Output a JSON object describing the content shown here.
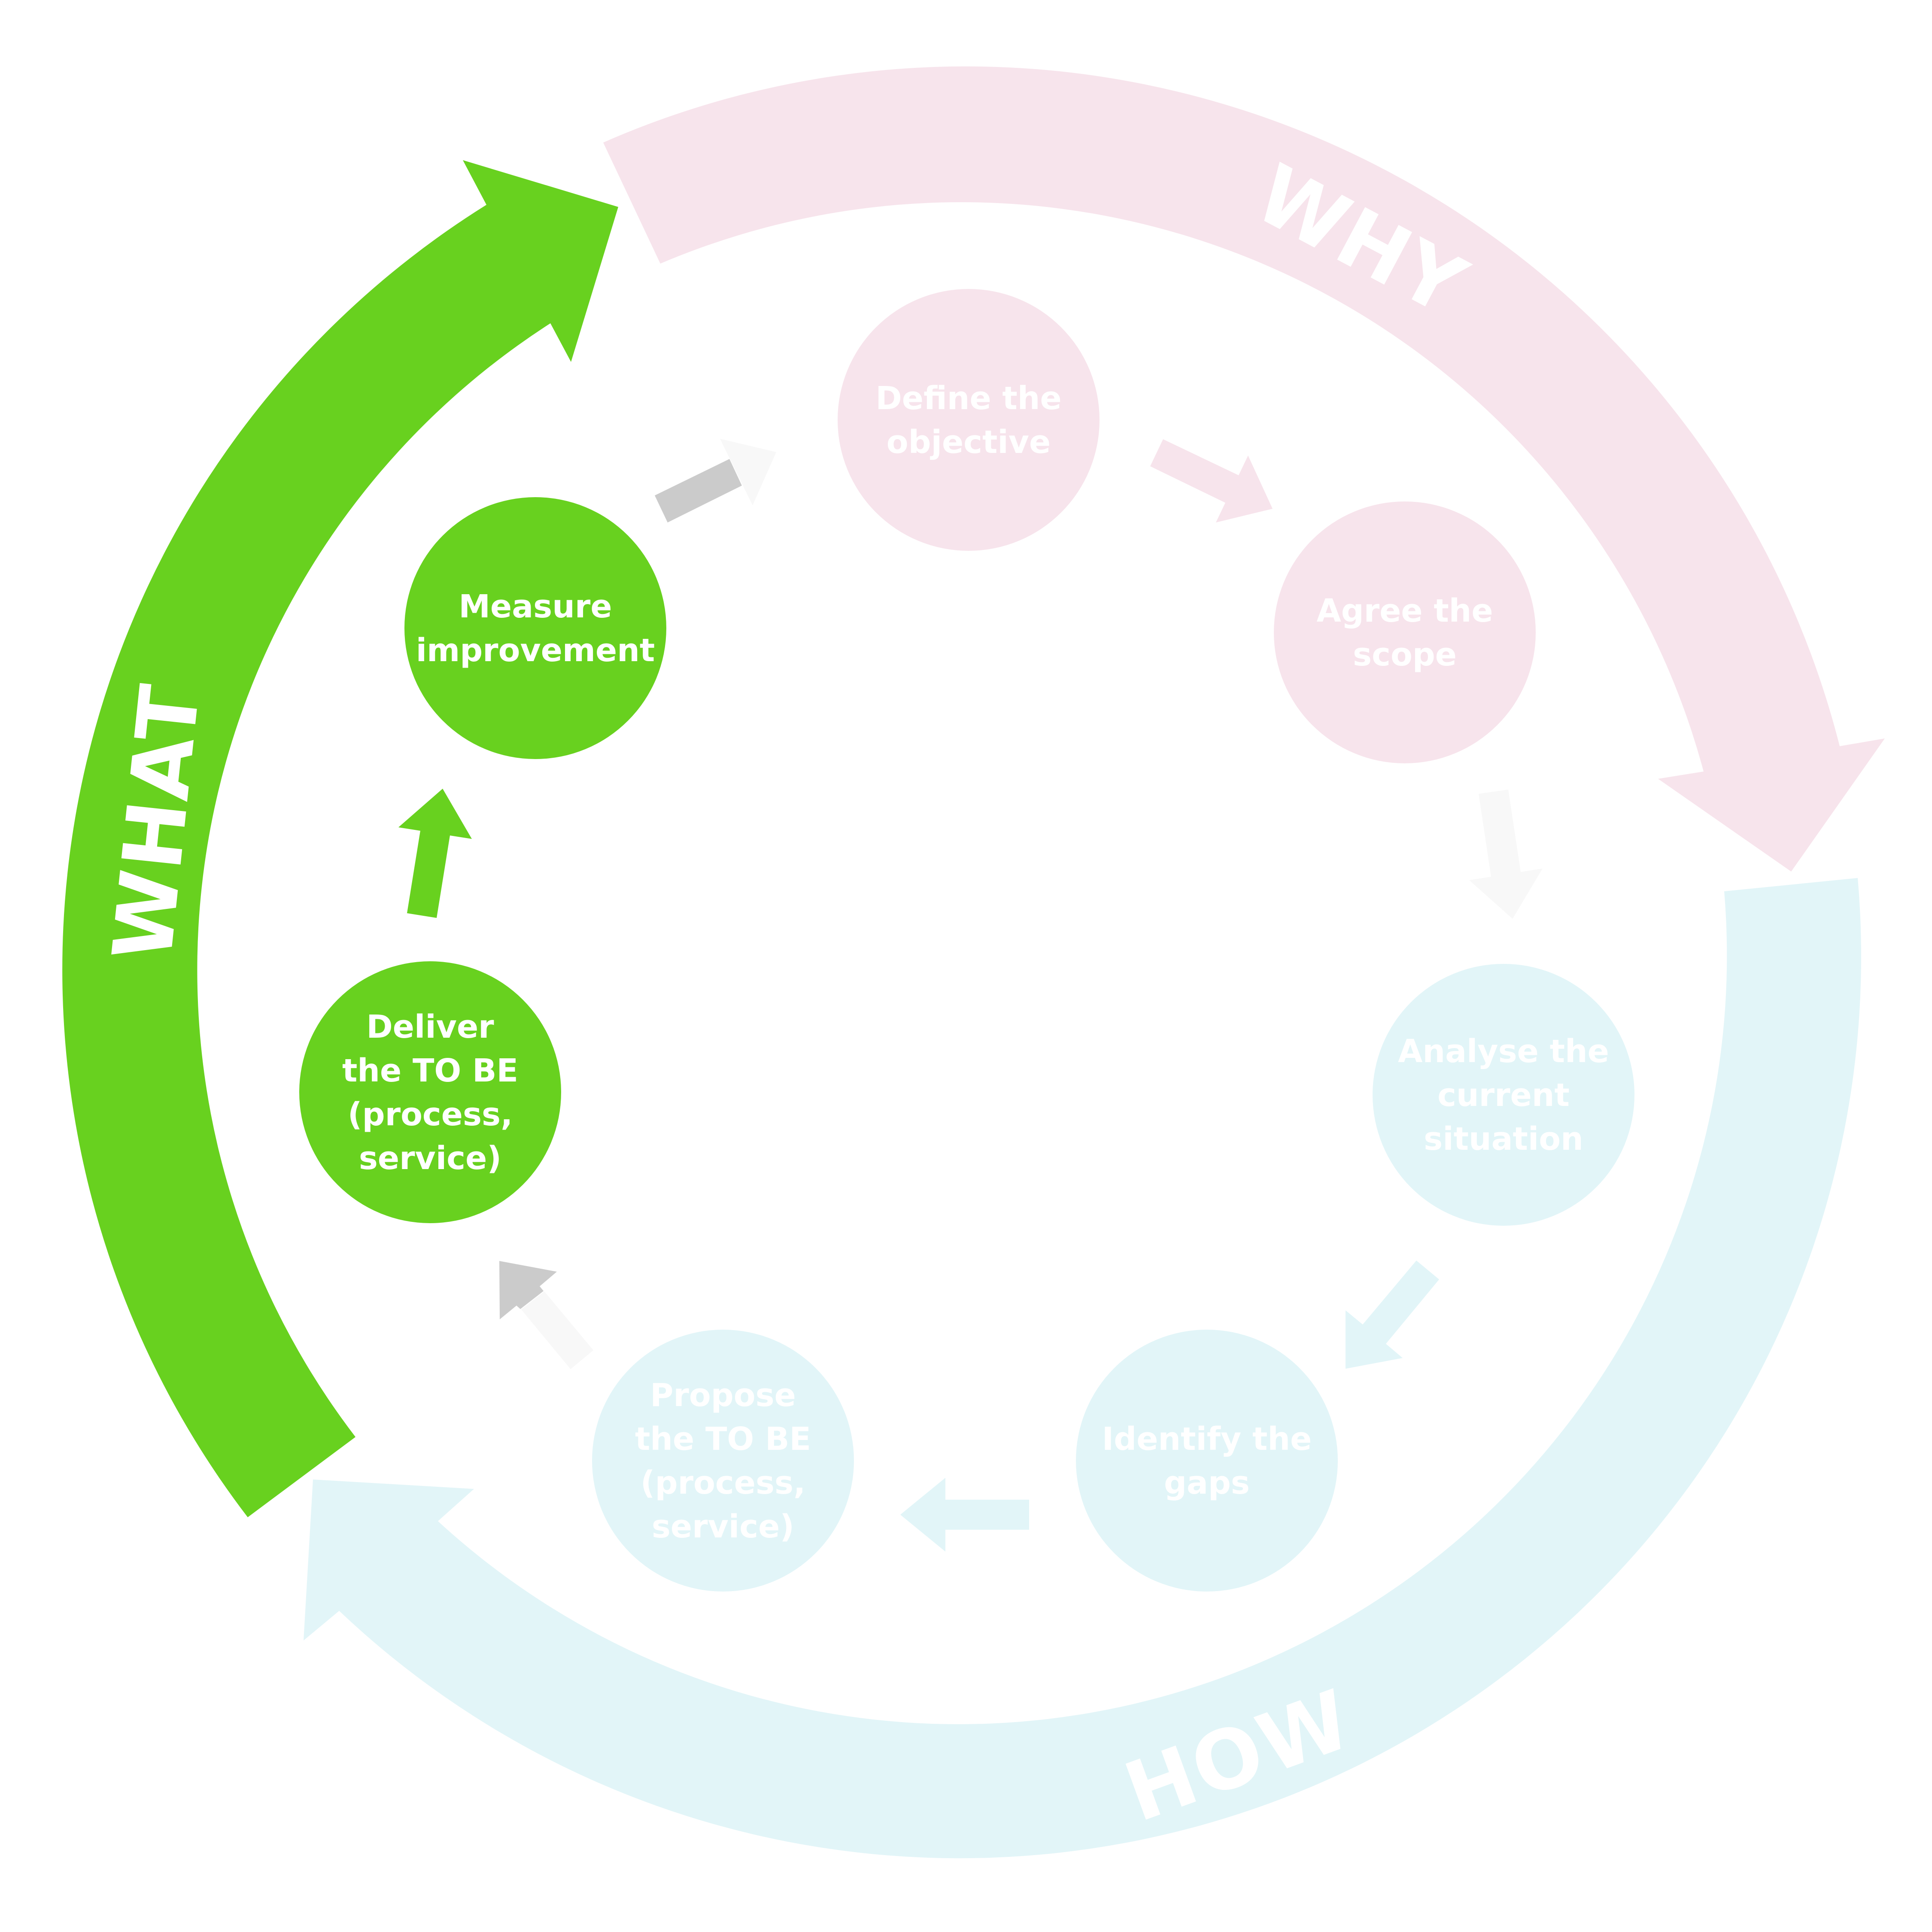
{
  "colors": {
    "what": "#68d11f",
    "why": "#f7e4ec",
    "how": "#e2f5f8",
    "arrow_grey_dark": "#cbcbcb",
    "arrow_grey_light": "#f8f8f8",
    "text": "#ffffff",
    "background": "#ffffff"
  },
  "bands": [
    {
      "id": "why",
      "label": "WHY"
    },
    {
      "id": "how",
      "label": "HOW"
    },
    {
      "id": "what",
      "label": "WHAT"
    }
  ],
  "nodes": [
    {
      "id": "define-objective",
      "phase": "why",
      "lines": [
        "Define the",
        "objective"
      ]
    },
    {
      "id": "agree-scope",
      "phase": "why",
      "lines": [
        "Agree the",
        "scope"
      ]
    },
    {
      "id": "analyse-current-situation",
      "phase": "how",
      "lines": [
        "Analyse the",
        "current",
        "situation"
      ]
    },
    {
      "id": "identify-gaps",
      "phase": "how",
      "lines": [
        "Identify the",
        "gaps"
      ]
    },
    {
      "id": "propose-to-be",
      "phase": "how",
      "lines": [
        "Propose",
        "the TO BE",
        "(process,",
        "service)"
      ]
    },
    {
      "id": "deliver-to-be",
      "phase": "what",
      "lines": [
        "Deliver",
        "the TO BE",
        "(process,",
        "service)"
      ]
    },
    {
      "id": "measure-improvement",
      "phase": "what",
      "lines": [
        "Measure",
        "improvement"
      ]
    }
  ],
  "connectors": [
    {
      "from": "measure-improvement",
      "to": "define-objective"
    },
    {
      "from": "define-objective",
      "to": "agree-scope"
    },
    {
      "from": "agree-scope",
      "to": "analyse-current-situation"
    },
    {
      "from": "analyse-current-situation",
      "to": "identify-gaps"
    },
    {
      "from": "identify-gaps",
      "to": "propose-to-be"
    },
    {
      "from": "propose-to-be",
      "to": "deliver-to-be"
    },
    {
      "from": "deliver-to-be",
      "to": "measure-improvement"
    }
  ]
}
